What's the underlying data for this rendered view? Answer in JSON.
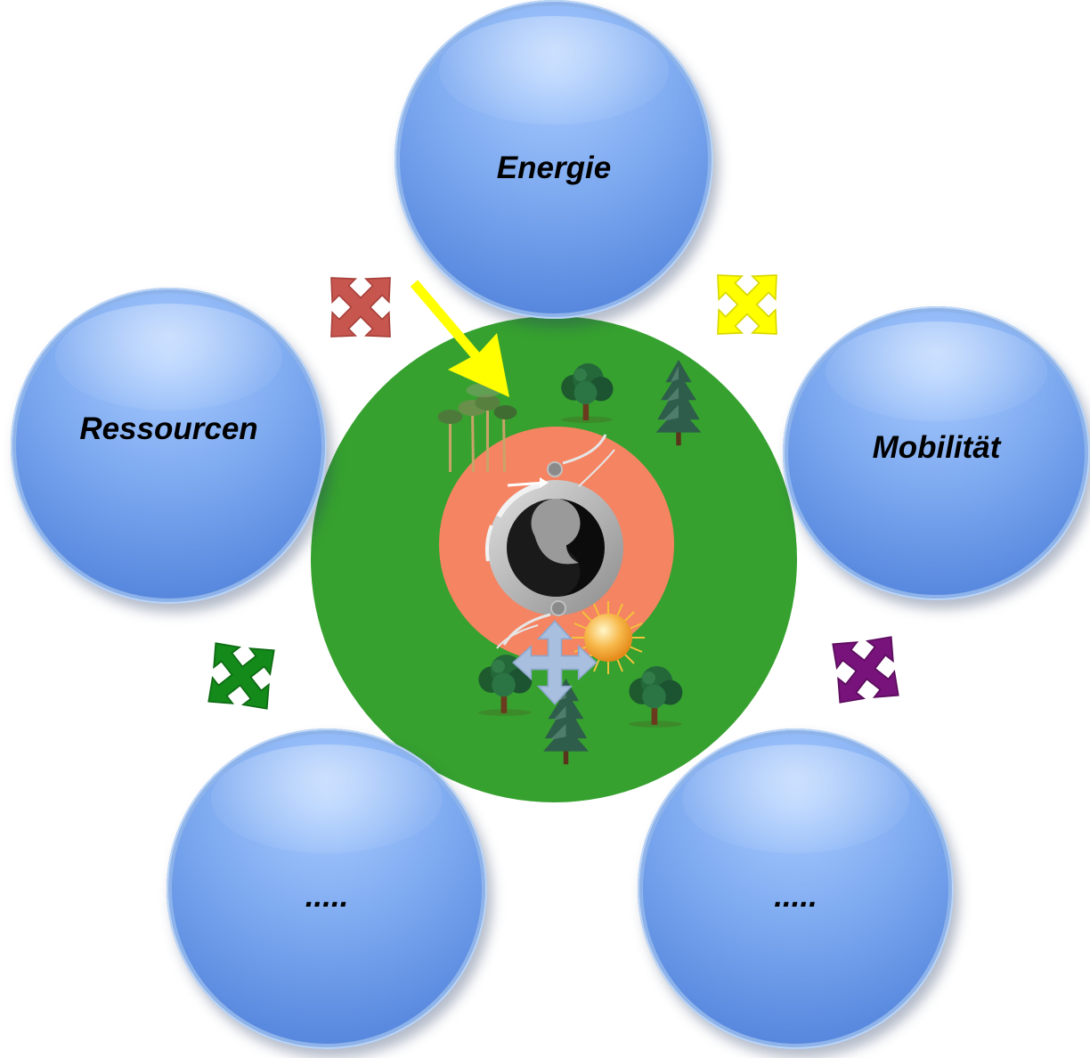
{
  "topics": {
    "top": "Energie",
    "left": "Ressourcen",
    "right": "Mobilität",
    "bottom_left": ".....",
    "bottom_right": "....."
  },
  "colors": {
    "bubble": "#5b8be0",
    "outer_disc": "#36a12f",
    "inner_ring": "#f58462",
    "arrow_red": "#c7564f",
    "arrow_yellow": "#ffff00",
    "arrow_purple": "#77137a",
    "arrow_green": "#138a1a",
    "arrow_lightblue": "#a9bfdf"
  },
  "icons": {
    "center": "yin-yang-icon",
    "sun": "sun-icon",
    "trees": "tree-icon",
    "arrows": "four-way-arrow-icon"
  }
}
